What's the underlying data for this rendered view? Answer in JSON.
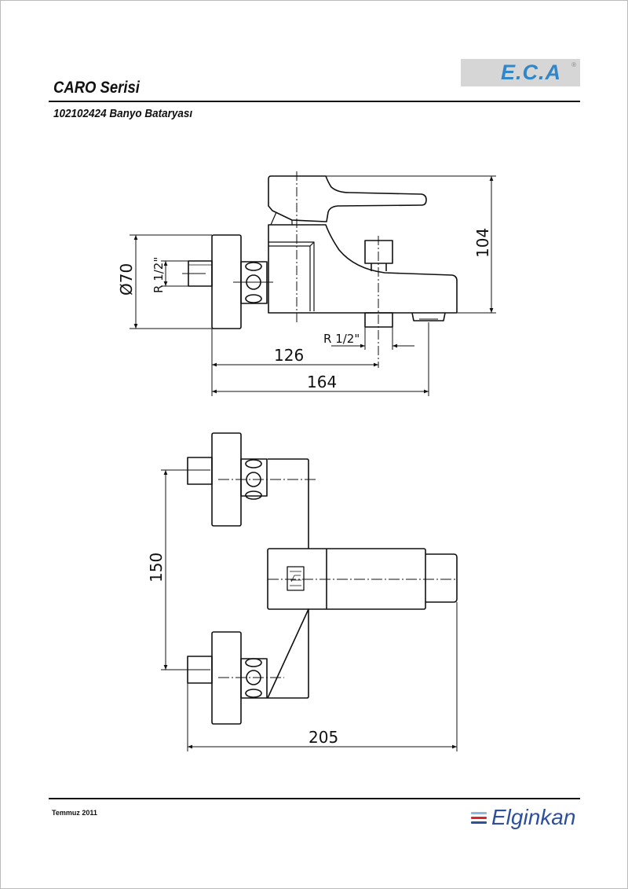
{
  "header": {
    "series_title": "CARO Serisi",
    "product_title": "102102424 Banyo Bataryası",
    "brand_logo": "E.C.A"
  },
  "drawing": {
    "side_view": {
      "dim_diameter": "Ø70",
      "dim_inlet_thread": "R 1/2\"",
      "dim_outlet_thread": "R 1/2\"",
      "dim_height": "104",
      "dim_outlet_distance": "126",
      "dim_total_depth": "164"
    },
    "top_view": {
      "dim_inlet_spacing": "150",
      "dim_total_length": "205"
    }
  },
  "footer": {
    "date": "Temmuz 2011",
    "company_logo": "Elginkan",
    "logo_colors": [
      "#8ab8e0",
      "#d9262c",
      "#2d4f9e"
    ]
  },
  "colors": {
    "eca_blue": "#2f86c8",
    "eca_bg": "#d6d6d6",
    "ink": "#111111"
  }
}
